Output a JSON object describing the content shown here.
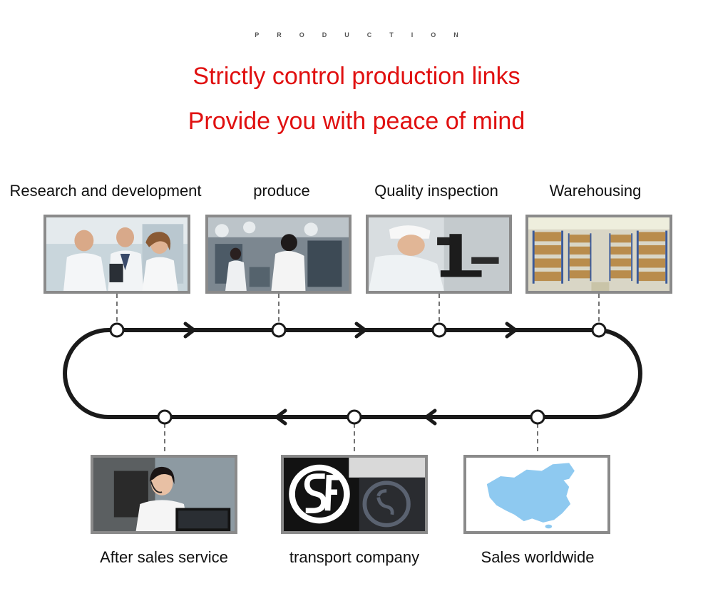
{
  "header": {
    "eyebrow": "PRODUCTION",
    "line1": "Strictly control production links",
    "line2": "Provide you with peace of mind"
  },
  "steps_top": [
    {
      "label": "Research and development",
      "image": "lab-team-photo"
    },
    {
      "label": "produce",
      "image": "factory-workers-photo"
    },
    {
      "label": "Quality inspection",
      "image": "microscope-inspection-photo"
    },
    {
      "label": "Warehousing",
      "image": "warehouse-shelves-photo"
    }
  ],
  "steps_bottom": [
    {
      "label": "After sales service",
      "image": "customer-service-agent-photo"
    },
    {
      "label": "transport company",
      "image": "sf-express-logo"
    },
    {
      "label": "Sales worldwide",
      "image": "china-map-photo"
    }
  ],
  "colors": {
    "headline": "#e01010",
    "loop": "#1a1a1a",
    "frame": "#8a8a8a",
    "map": "#8ec9f0"
  }
}
